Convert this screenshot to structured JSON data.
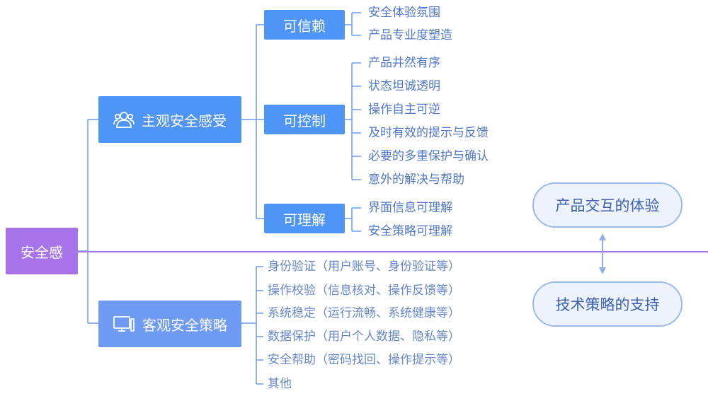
{
  "root": {
    "label": "安全感"
  },
  "subjective": {
    "label": "主观安全感受",
    "icon": "users-icon",
    "groups": [
      {
        "label": "可信赖",
        "items": [
          "安全体验氛围",
          "产品专业度塑造"
        ]
      },
      {
        "label": "可控制",
        "items": [
          "产品井然有序",
          "状态坦诚透明",
          "操作自主可逆",
          "及时有效的提示与反馈",
          "必要的多重保护与确认",
          "意外的解决与帮助"
        ]
      },
      {
        "label": "可理解",
        "items": [
          "界面信息可理解",
          "安全策略可理解"
        ]
      }
    ]
  },
  "objective": {
    "label": "客观安全策略",
    "icon": "monitor-icon",
    "items": [
      "身份验证（用户账号、身份验证等）",
      "操作校验（信息核对、操作反馈等）",
      "系统稳定（运行流畅、系统健康等）",
      "数据保护（用户个人数据、隐私等）",
      "安全帮助（密码找回、操作提示等）",
      "其他"
    ]
  },
  "side": {
    "top": "产品交互的体验",
    "bottom": "技术策略的支持"
  },
  "colors": {
    "root": "#a773e8",
    "main": "#4f95f5",
    "line": "#5a8ef0",
    "divider": "#a773e8",
    "text": "#5077c8"
  }
}
